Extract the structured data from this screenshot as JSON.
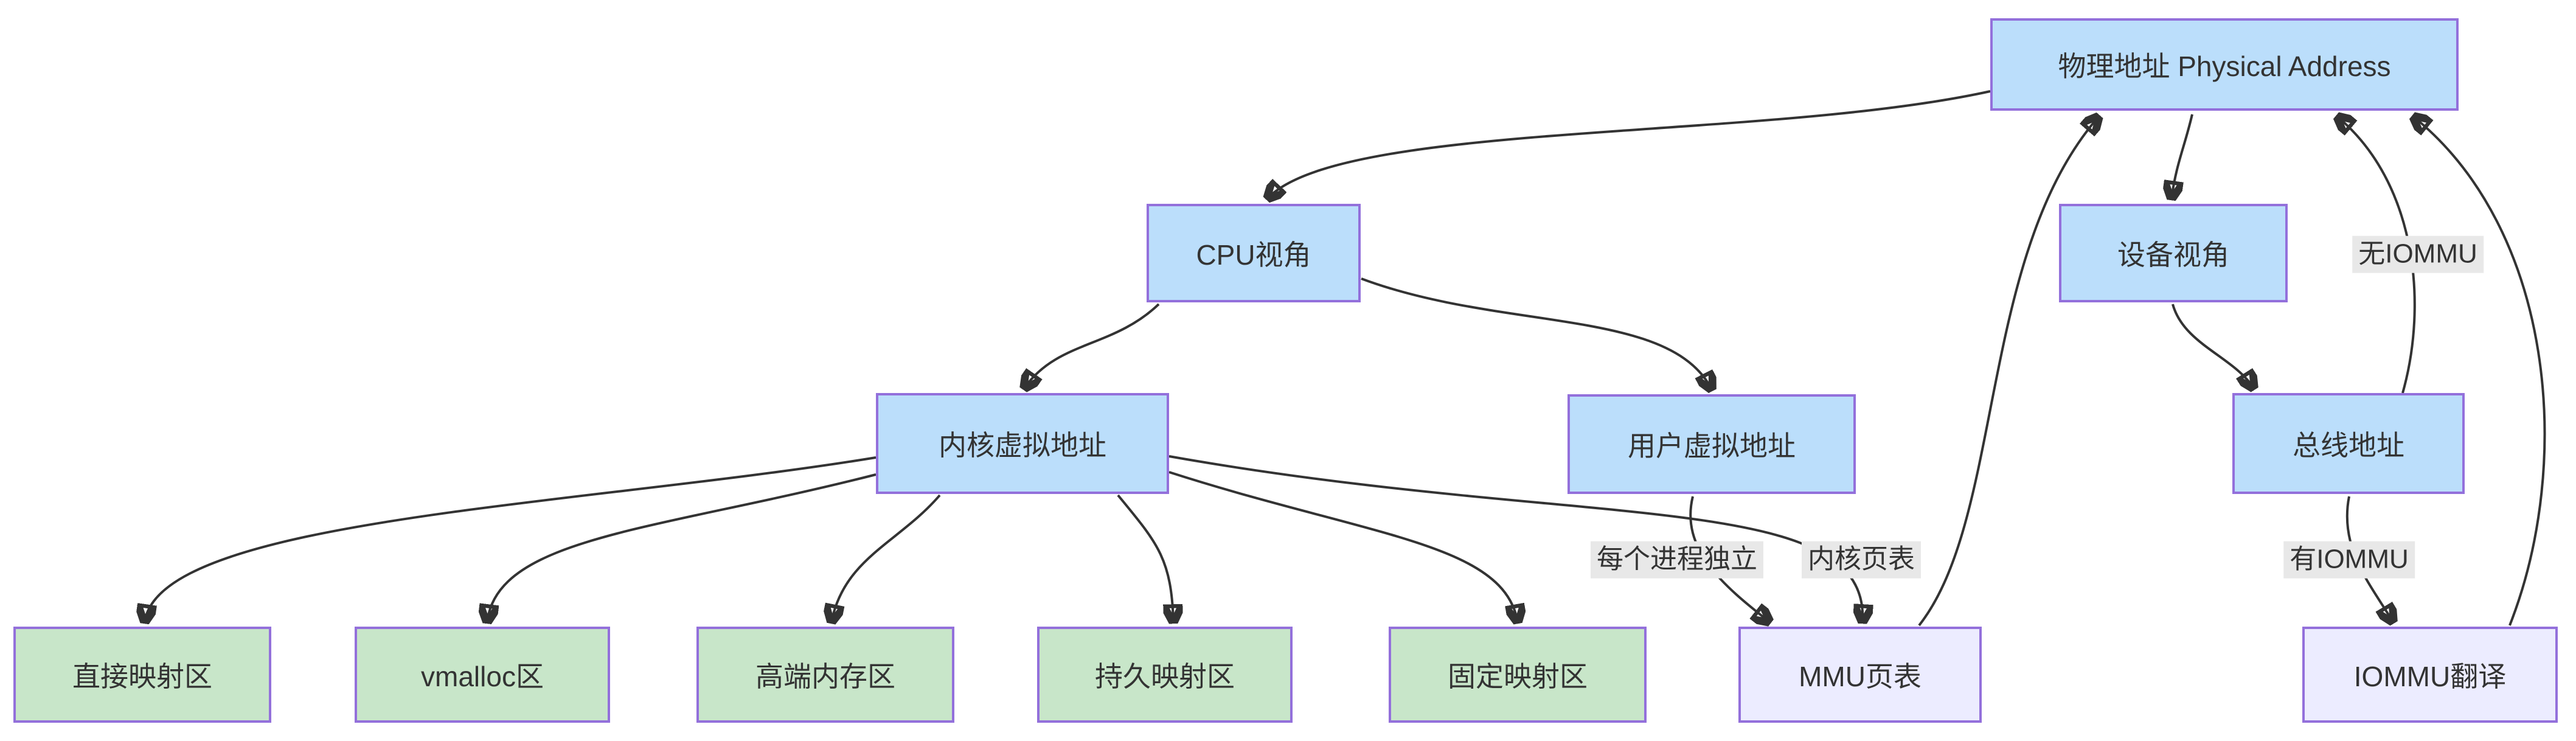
{
  "diagram": {
    "title": "memory-address-translation-flowchart",
    "colors": {
      "node_blue_fill": "#bbdefb",
      "node_green_fill": "#c8e6c9",
      "node_lavender_fill": "#ececff",
      "node_border": "#9370db",
      "edge_stroke": "#333333",
      "edge_label_bg": "#e8e8e8",
      "text": "#333333",
      "background": "#ffffff"
    },
    "nodes": {
      "physical": {
        "label": "物理地址 Physical Address",
        "color": "blue"
      },
      "cpu_view": {
        "label": "CPU视角",
        "color": "blue"
      },
      "device_view": {
        "label": "设备视角",
        "color": "blue"
      },
      "kernel_virtual": {
        "label": "内核虚拟地址",
        "color": "blue"
      },
      "user_virtual": {
        "label": "用户虚拟地址",
        "color": "blue"
      },
      "bus_address": {
        "label": "总线地址",
        "color": "blue"
      },
      "direct_mapping": {
        "label": "直接映射区",
        "color": "green"
      },
      "vmalloc": {
        "label": "vmalloc区",
        "color": "green"
      },
      "high_memory": {
        "label": "高端内存区",
        "color": "green"
      },
      "persistent_mapping": {
        "label": "持久映射区",
        "color": "green"
      },
      "fixed_mapping": {
        "label": "固定映射区",
        "color": "green"
      },
      "mmu_page_table": {
        "label": "MMU页表",
        "color": "lavender"
      },
      "iommu_translation": {
        "label": "IOMMU翻译",
        "color": "lavender"
      }
    },
    "edge_labels": {
      "no_iommu": "无IOMMU",
      "per_process": "每个进程独立",
      "kernel_page_table": "内核页表",
      "has_iommu": "有IOMMU"
    },
    "edges": [
      {
        "from": "physical",
        "to": "cpu_view",
        "label": ""
      },
      {
        "from": "physical",
        "to": "device_view",
        "label": ""
      },
      {
        "from": "cpu_view",
        "to": "kernel_virtual",
        "label": ""
      },
      {
        "from": "cpu_view",
        "to": "user_virtual",
        "label": ""
      },
      {
        "from": "kernel_virtual",
        "to": "direct_mapping",
        "label": ""
      },
      {
        "from": "kernel_virtual",
        "to": "vmalloc",
        "label": ""
      },
      {
        "from": "kernel_virtual",
        "to": "high_memory",
        "label": ""
      },
      {
        "from": "kernel_virtual",
        "to": "persistent_mapping",
        "label": ""
      },
      {
        "from": "kernel_virtual",
        "to": "fixed_mapping",
        "label": ""
      },
      {
        "from": "kernel_virtual",
        "to": "mmu_page_table",
        "label": "内核页表"
      },
      {
        "from": "user_virtual",
        "to": "mmu_page_table",
        "label": "每个进程独立"
      },
      {
        "from": "mmu_page_table",
        "to": "physical",
        "label": ""
      },
      {
        "from": "device_view",
        "to": "bus_address",
        "label": ""
      },
      {
        "from": "bus_address",
        "to": "physical",
        "label": "无IOMMU"
      },
      {
        "from": "bus_address",
        "to": "iommu_translation",
        "label": "有IOMMU"
      },
      {
        "from": "iommu_translation",
        "to": "physical",
        "label": ""
      }
    ]
  }
}
